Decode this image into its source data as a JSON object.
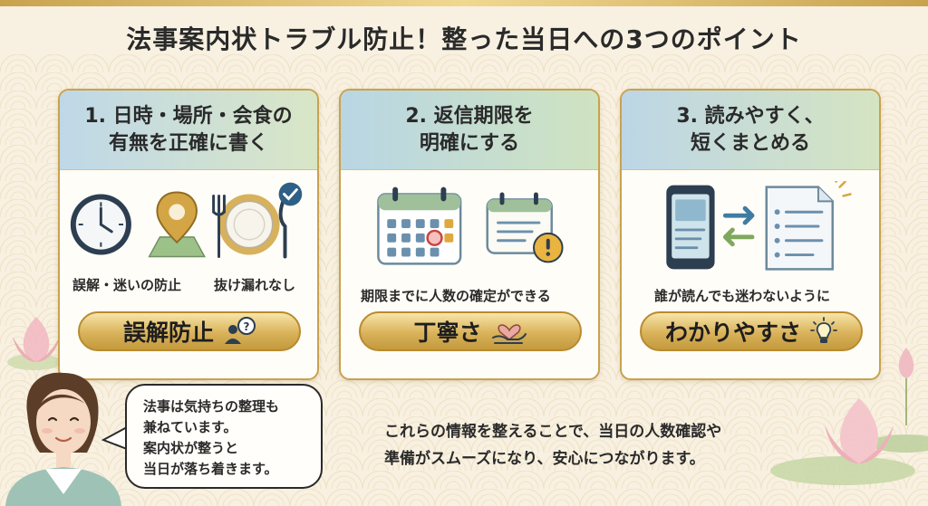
{
  "title": "法事案内状トラブル防止！整った当日への3つのポイント",
  "cards": [
    {
      "heading_lines": [
        "1. 日時・場所・会食の",
        "有無を正確に書く"
      ],
      "captions": [
        "誤解・迷いの防止",
        "抜け漏れなし"
      ],
      "pill_label": "誤解防止",
      "icons": [
        "clock-icon",
        "map-pin-icon",
        "dinner-plate-icon",
        "check-badge-icon"
      ],
      "pill_icon": "person-question-icon"
    },
    {
      "heading_lines": [
        "2. 返信期限を",
        "明確にする"
      ],
      "captions": [
        "期限までに人数の確定ができる"
      ],
      "pill_label": "丁寧さ",
      "icons": [
        "calendar-icon",
        "calendar-alert-icon"
      ],
      "pill_icon": "heart-hand-icon"
    },
    {
      "heading_lines": [
        "3. 読みやすく、",
        "短くまとめる"
      ],
      "captions": [
        "誰が読んでも迷わないように"
      ],
      "pill_label": "わかりやすさ",
      "icons": [
        "smartphone-icon",
        "exchange-arrows-icon",
        "document-icon"
      ],
      "pill_icon": "lightbulb-icon"
    }
  ],
  "speech_bubble_lines": [
    "法事は気持ちの整理も",
    "兼ねています。",
    "案内状が整うと",
    "当日が落ち着きます。"
  ],
  "summary_lines": [
    "これらの情報を整えることで、当日の人数確認や",
    "準備がスムーズになり、安心につながります。"
  ],
  "colors": {
    "gold": "#c8a24f",
    "gold_light": "#f7e5a8",
    "background": "#f8f1e2",
    "header_blue": "#bfd8e8",
    "header_green": "#d9e6c6"
  }
}
